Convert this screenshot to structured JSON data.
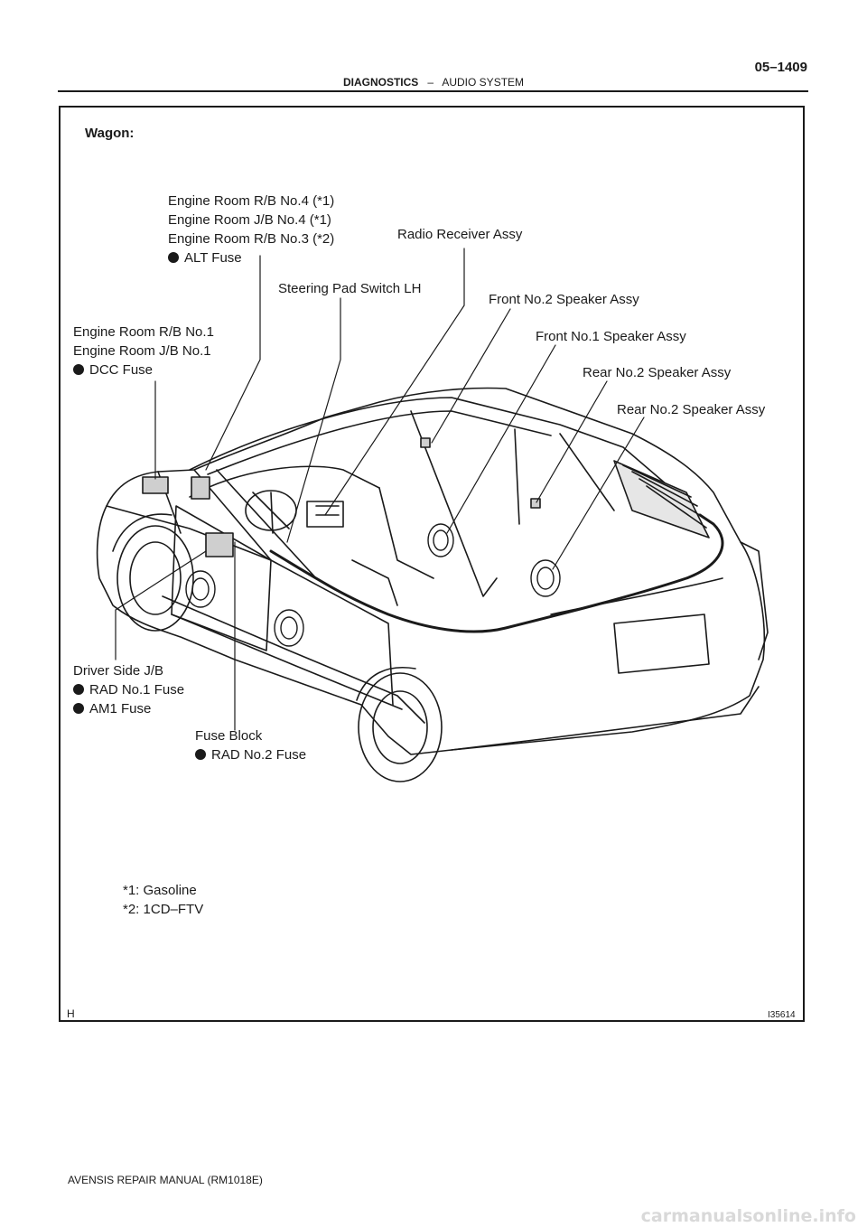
{
  "header": {
    "section": "DIAGNOSTICS",
    "separator": "–",
    "subsection": "AUDIO SYSTEM",
    "page_number": "05–1409"
  },
  "figure": {
    "variant_label": "Wagon:",
    "labels": {
      "engine_room_top": [
        "Engine Room R/B No.4 (*1)",
        "Engine Room J/B No.4 (*1)",
        "Engine Room R/B No.3 (*2)"
      ],
      "alt_fuse": "ALT Fuse",
      "radio_receiver": "Radio Receiver Assy",
      "steering_pad": "Steering Pad Switch LH",
      "front_no2_speaker": "Front No.2 Speaker Assy",
      "front_no1_speaker": "Front No.1 Speaker Assy",
      "rear_no2_speaker_a": "Rear No.2 Speaker Assy",
      "rear_no2_speaker_b": "Rear No.2 Speaker Assy",
      "engine_room_left": [
        "Engine Room R/B No.1",
        "Engine Room J/B No.1"
      ],
      "dcc_fuse": "DCC Fuse",
      "driver_side_jb": "Driver Side J/B",
      "rad_no1_fuse": "RAD No.1 Fuse",
      "am1_fuse": "AM1 Fuse",
      "fuse_block": "Fuse Block",
      "rad_no2_fuse": "RAD No.2 Fuse"
    },
    "notes": [
      "*1: Gasoline",
      "*2: 1CD–FTV"
    ],
    "corner_mark": "H",
    "figure_id": "I35614"
  },
  "footer": {
    "manual": "AVENSIS REPAIR MANUAL   (RM1018E)",
    "watermark": "carmanualsonline.info"
  }
}
